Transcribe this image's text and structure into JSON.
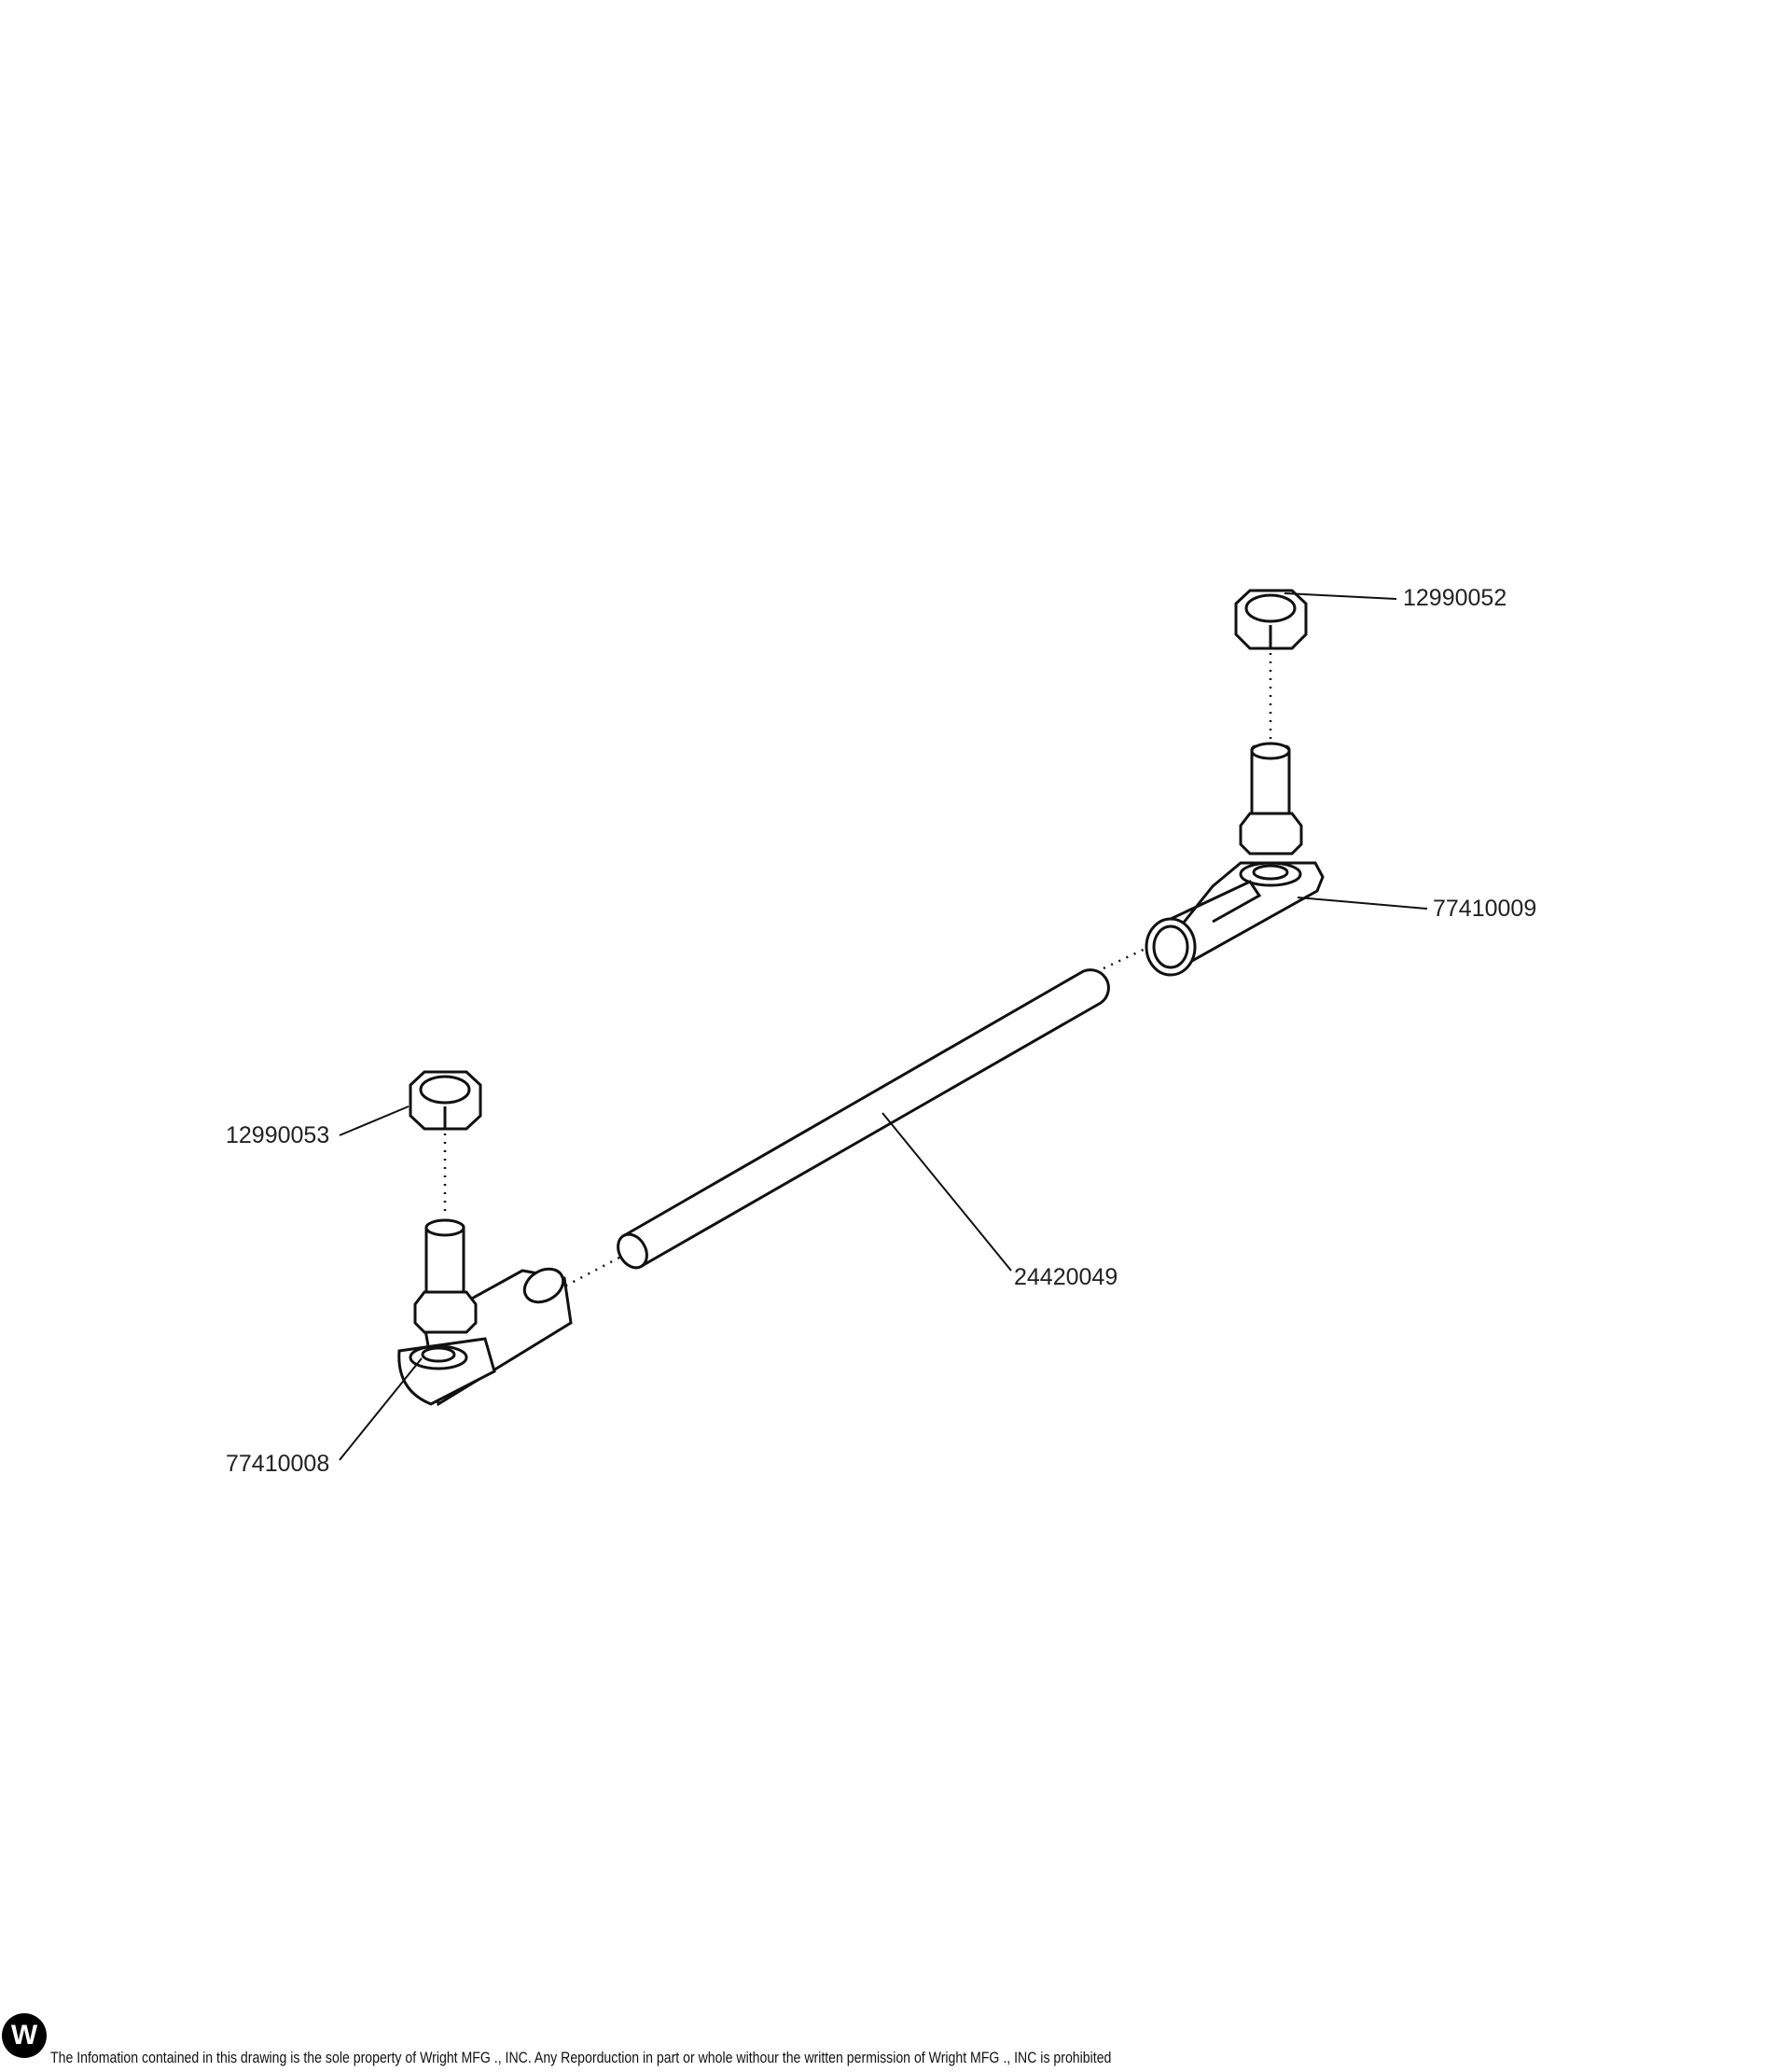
{
  "parts": {
    "nut_right": "12990052",
    "rod_end_right": "77410009",
    "tube": "24420049",
    "nut_left": "12990053",
    "rod_end_left": "77410008"
  },
  "footer": {
    "logo_letter": "W",
    "notice": "The Infomation contained in this drawing is the sole property of Wright MFG ., INC. Any Reporduction in part or whole withour the written permission of Wright MFG ., INC is prohibited"
  }
}
